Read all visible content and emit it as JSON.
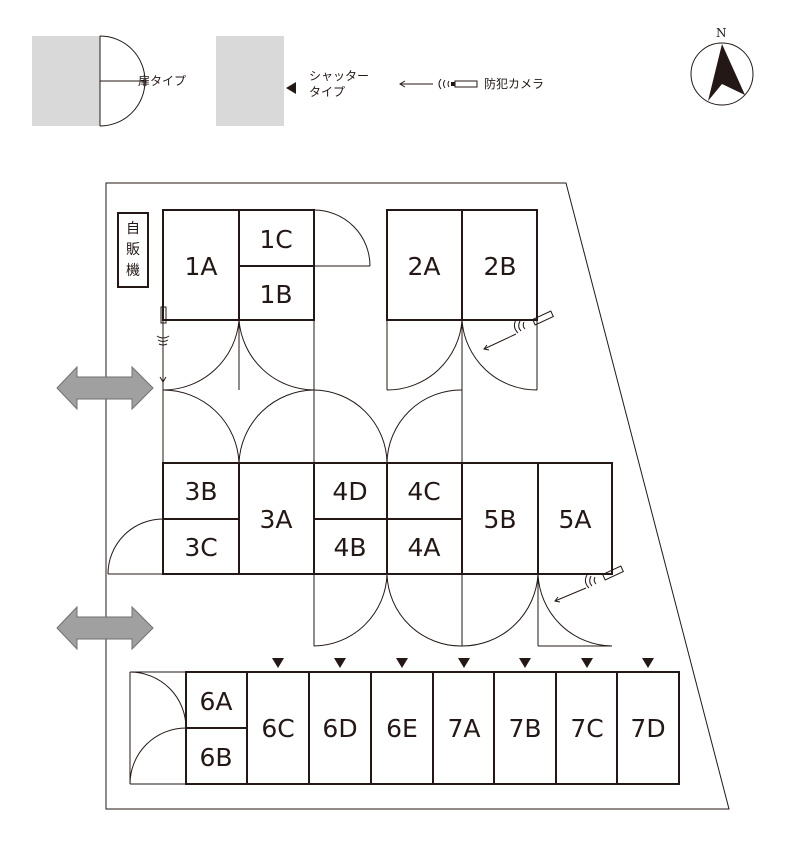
{
  "legend": {
    "door_type": "扉タイプ",
    "shutter_type_line1": "シャッター",
    "shutter_type_line2": "タイプ",
    "camera": "防犯カメラ"
  },
  "compass": {
    "north": "N"
  },
  "vending_machine": [
    "自",
    "販",
    "機"
  ],
  "units": {
    "1A": "1A",
    "1B": "1B",
    "1C": "1C",
    "2A": "2A",
    "2B": "2B",
    "3A": "3A",
    "3B": "3B",
    "3C": "3C",
    "4A": "4A",
    "4B": "4B",
    "4C": "4C",
    "4D": "4D",
    "5A": "5A",
    "5B": "5B",
    "6A": "6A",
    "6B": "6B",
    "6C": "6C",
    "6D": "6D",
    "6E": "6E",
    "7A": "7A",
    "7B": "7B",
    "7C": "7C",
    "7D": "7D"
  },
  "colors": {
    "line": "#231815",
    "legend_grey": "#d9d9d9",
    "arrow_grey": "#a0a0a0"
  }
}
